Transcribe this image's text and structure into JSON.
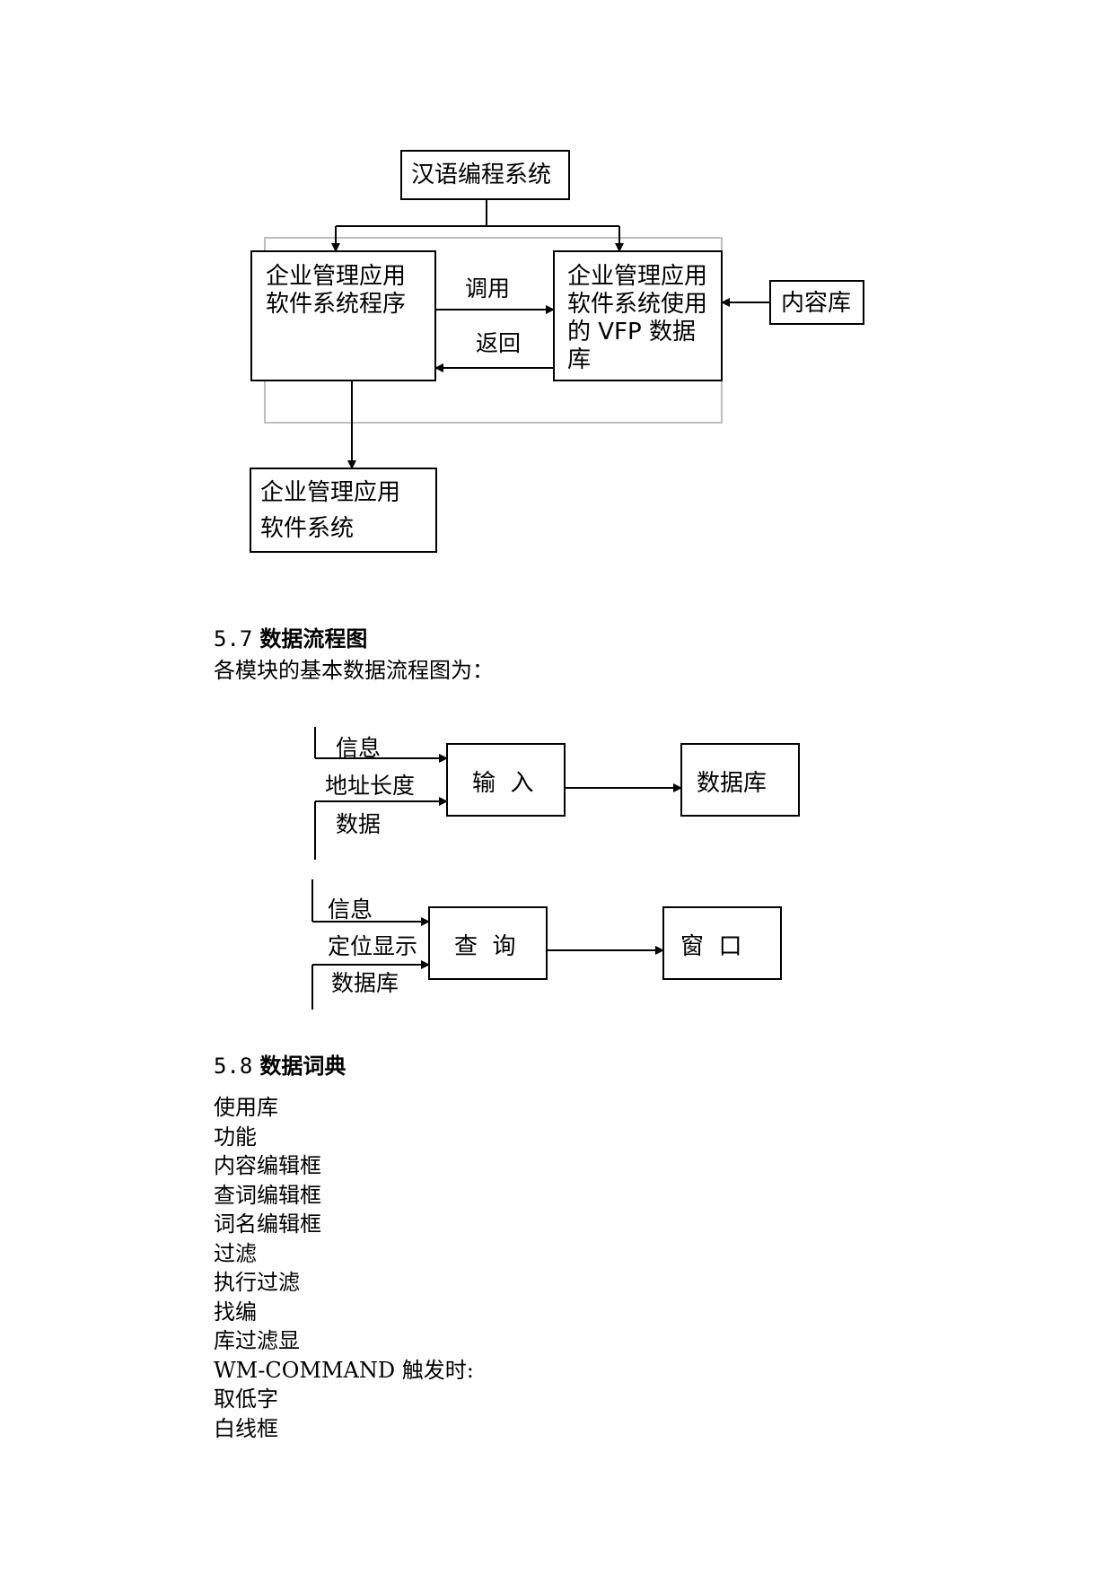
{
  "diagram1": {
    "top_box": "汉语编程系统",
    "left_box": [
      "企业管理应用",
      "软件系统程序"
    ],
    "right_box": [
      "企业管理应用",
      "软件系统使用",
      "的 VFP 数据",
      "库"
    ],
    "store_box": "内容库",
    "call_label": "调用",
    "return_label": "返回",
    "bottom_box": [
      "企业管理应用",
      "软件系统"
    ]
  },
  "section57": {
    "number": "5.7",
    "title": "数据流程图",
    "intro": "各模块的基本数据流程图为："
  },
  "flow1": {
    "label_1": "信息",
    "label_2": "地址长度",
    "label_3": "数据",
    "process": "输  入",
    "target": "数据库"
  },
  "flow2": {
    "label_1": "信息",
    "label_2": "定位显示",
    "label_3": "数据库",
    "process": "查  询",
    "target": "窗  口"
  },
  "section58": {
    "number": "5.8",
    "title": "数据词典",
    "items": [
      "使用库",
      "功能",
      "内容编辑框",
      "查词编辑框",
      "词名编辑框",
      "过滤",
      "执行过滤",
      "找编",
      "库过滤显",
      "WM-COMMAND 触发时:",
      "取低字",
      "白线框"
    ]
  }
}
